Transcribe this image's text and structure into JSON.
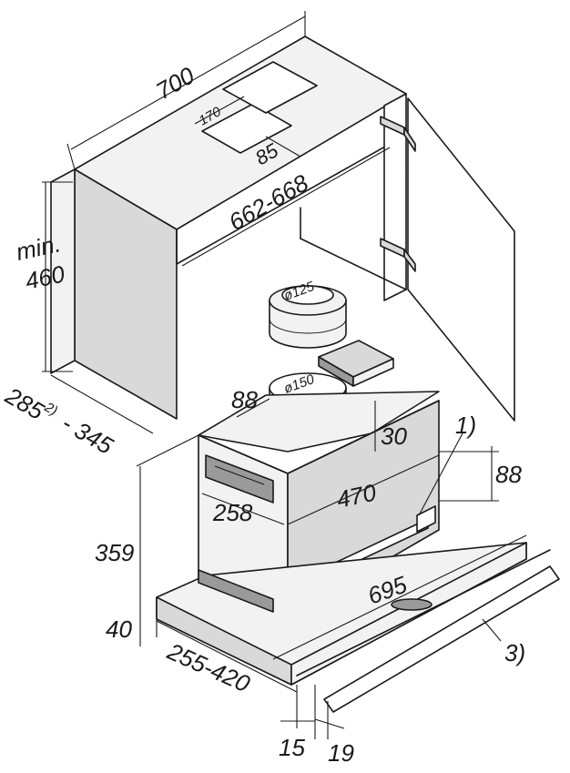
{
  "dimensions": {
    "cabinet_width": "700",
    "cutout_depth": "170",
    "cutout_offset": "85",
    "inner_width": "662-668",
    "min_height_line1": "min.",
    "min_height_line2": "460",
    "cabinet_depth": "285",
    "cabinet_depth_sup": "2)",
    "cabinet_depth_max": "- 345",
    "duct_125": "ø125",
    "duct_150": "ø150",
    "offset_88_top": "88",
    "height_30": "30",
    "depth_258": "258",
    "width_470": "470",
    "height_88_right": "88",
    "height_359": "359",
    "height_40": "40",
    "width_695": "695",
    "extension_255_420": "255-420",
    "front_15": "15",
    "front_19": "19"
  },
  "callouts": {
    "c1": "1)",
    "c3": "3)"
  }
}
